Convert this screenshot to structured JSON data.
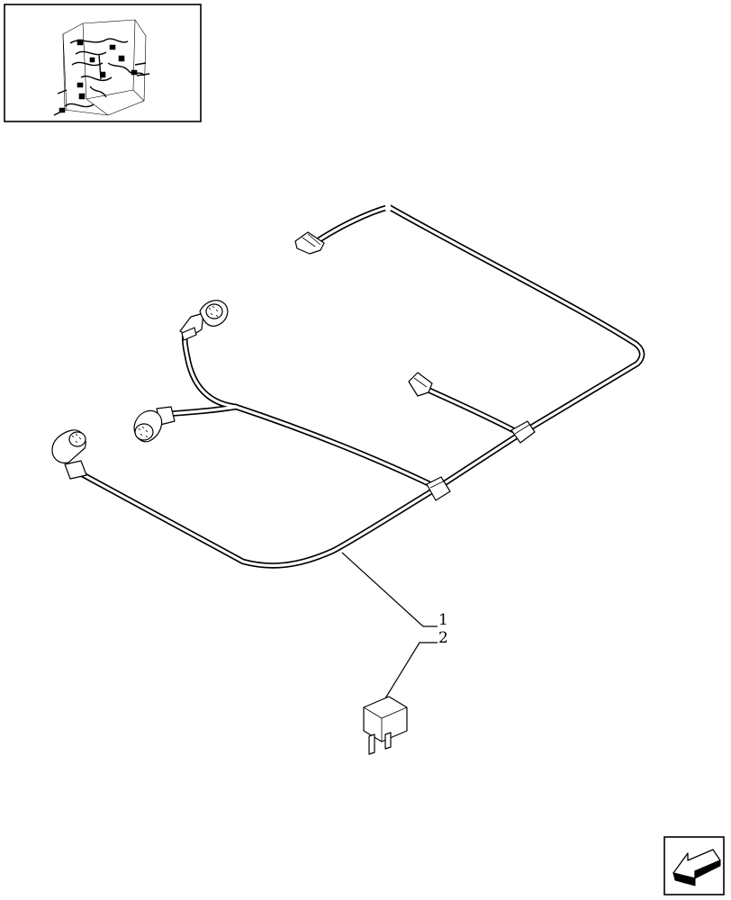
{
  "callouts": [
    {
      "number": "1"
    },
    {
      "number": "2"
    }
  ],
  "icons": {
    "thumbnail": "harness-overview-thumbnail",
    "navigation": "previous-page-arrow-icon"
  }
}
